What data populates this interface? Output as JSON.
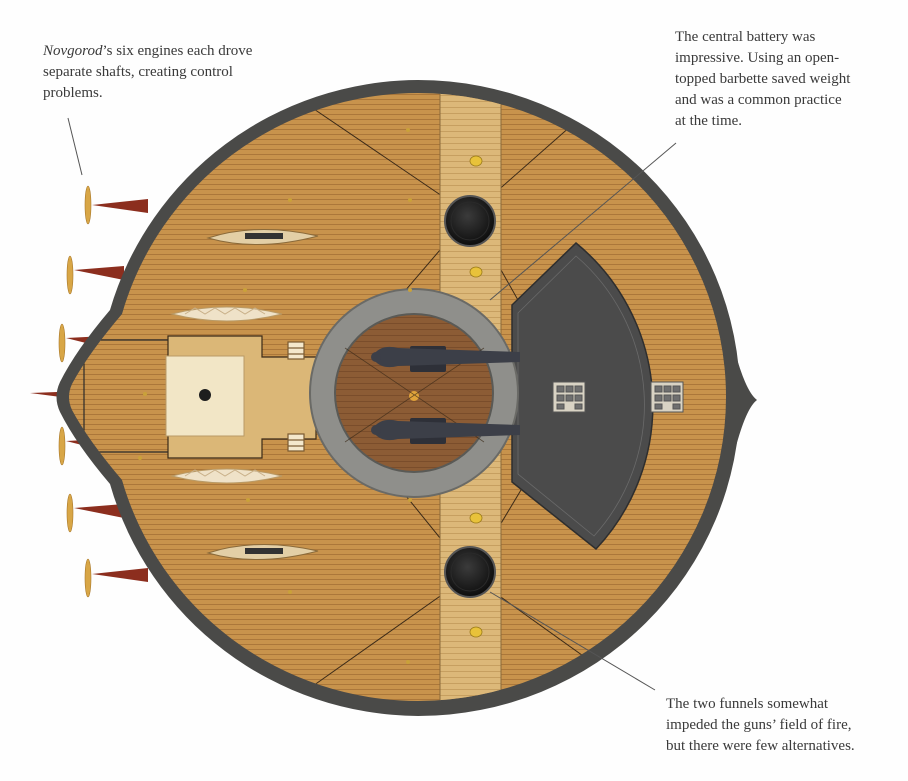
{
  "captions": {
    "engines": {
      "italic_name": "Novgorod",
      "lines": [
        "’s six engines each drove",
        "separate shafts, creating control",
        "problems."
      ]
    },
    "battery": {
      "lines": [
        "The central battery was",
        "impressive. Using an open-",
        "topped barbette saved weight",
        "and was a common practice",
        "at the time."
      ]
    },
    "funnels": {
      "lines": [
        "The two funnels somewhat",
        "impeded the guns’ field of fire,",
        "but there were few alternatives."
      ]
    }
  },
  "colors": {
    "hull_rim": "#4a4a48",
    "deck": "#c6914a",
    "deck_plank": "#9c6a2f",
    "gangway": "#dbb777",
    "barbette_ring": "#8f8f8b",
    "barbette_floor": "#8a5a34",
    "gun": "#3c3f48",
    "funnel": "#1c1c1c",
    "armor_plate": "#4b4b4b",
    "boat": "#e3cfa6",
    "propeller": "#d8a646",
    "shaft": "#8c2e1e"
  }
}
